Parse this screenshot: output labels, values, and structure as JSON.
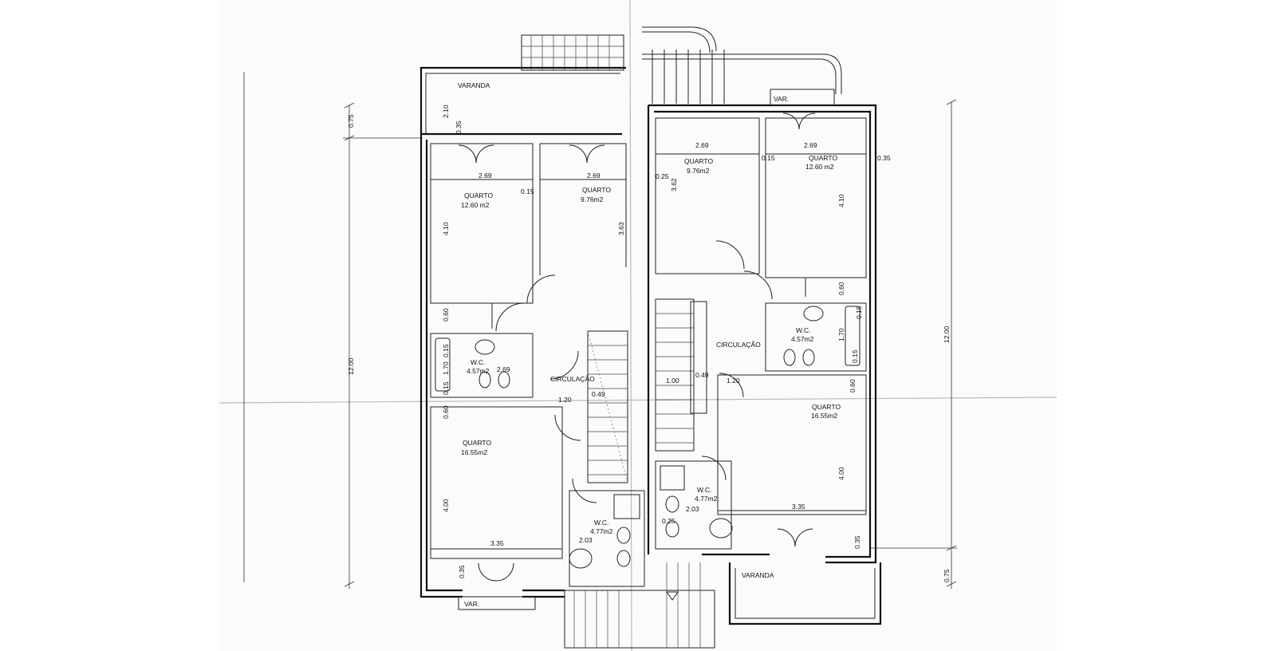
{
  "floor_plan": {
    "overall_dims": {
      "left_total": "12.00",
      "right_total": "12.00",
      "left_top_offset": "0.75",
      "right_bottom_offset": "0.75"
    },
    "left_unit": {
      "varanda_label": "VARANDA",
      "varanda_depth": "2.10",
      "varanda_wall": "0.35",
      "bedroom1": {
        "label": "QUARTO",
        "area": "12.60  m2",
        "width": "2.69",
        "depth": "4.10",
        "gap": "0.60"
      },
      "bedroom2": {
        "label": "QUARTO",
        "area": "9.76m2",
        "width": "2.69",
        "depth": "3.63",
        "gap": "0.15"
      },
      "wc1": {
        "label": "W.C.",
        "area": "4.57m2",
        "width": "2.69",
        "depth": "1.70",
        "top": "0.15",
        "bottom": "0.15"
      },
      "circulation": {
        "label": "CIRCULAÇÃO",
        "d1": "1.20",
        "d2": "0.49"
      },
      "bedroom3": {
        "label": "QUARTO",
        "area": "16.55m2",
        "width": "3.35",
        "depth": "4.00",
        "top": "0.60",
        "bottom": "0.35"
      },
      "wc2": {
        "label": "W.C.",
        "area": "4.77m2",
        "width": "2.03"
      },
      "var_label": "VAR."
    },
    "right_unit": {
      "var_label": "VAR.",
      "bedroom1": {
        "label": "QUARTO",
        "area": "9.76m2",
        "width": "2.69",
        "depth": "3.62",
        "gap": "0.25"
      },
      "bedroom2": {
        "label": "QUARTO",
        "area": "12.60  m2",
        "width": "2.69",
        "depth": "4.10",
        "gap": "0.15",
        "side": "0.35"
      },
      "wc1": {
        "label": "W.C.",
        "area": "4.57m2",
        "depth": "1.70",
        "top": "0.15",
        "bottom": "0.15",
        "gap": "0.60"
      },
      "circulation": {
        "label": "CIRCULAÇÃO",
        "d1": "1.00",
        "d2": "0.49",
        "d3": "1.20"
      },
      "bedroom3": {
        "label": "QUARTO",
        "area": "16.55m2",
        "width": "3.35",
        "depth": "4.00",
        "top": "0.60",
        "bottom": "0.35"
      },
      "wc2": {
        "label": "W.C.",
        "area": "4.77m2",
        "width": "2.03",
        "gap": "0.25"
      },
      "varanda_label": "VARANDA"
    }
  }
}
